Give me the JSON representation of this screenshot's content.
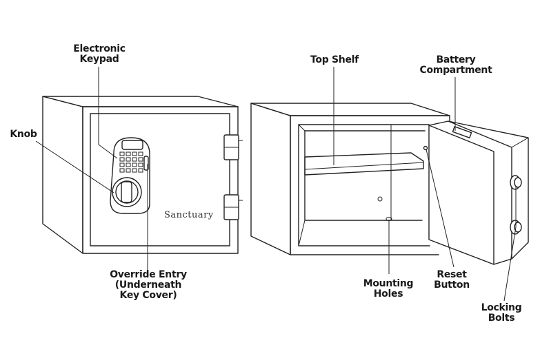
{
  "brand": "Sanctuary",
  "labels": {
    "electronic_keypad": [
      "Electronic",
      "Keypad"
    ],
    "knob": [
      "Knob"
    ],
    "override_entry": [
      "Override Entry",
      "(Underneath",
      "Key Cover)"
    ],
    "top_shelf": [
      "Top Shelf"
    ],
    "battery_compartment": [
      "Battery",
      "Compartment"
    ],
    "mounting_holes": [
      "Mounting",
      "Holes"
    ],
    "reset_button": [
      "Reset",
      "Button"
    ],
    "locking_bolts": [
      "Locking",
      "Bolts"
    ]
  }
}
